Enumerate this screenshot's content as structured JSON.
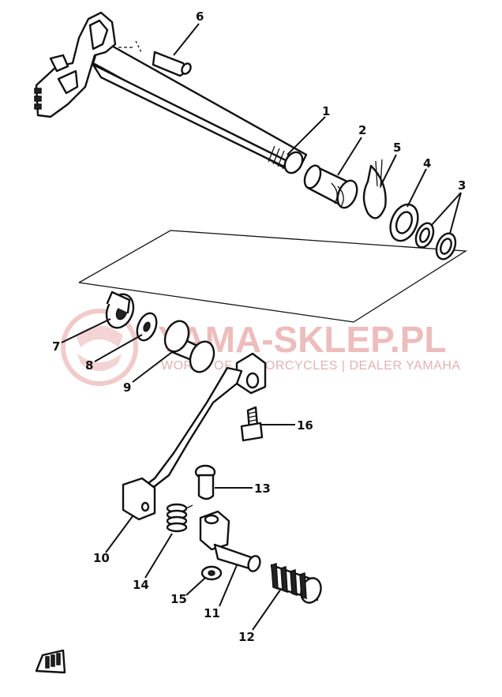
{
  "callouts": [
    "1",
    "2",
    "3",
    "4",
    "5",
    "6",
    "7",
    "8",
    "9",
    "10",
    "11",
    "12",
    "13",
    "14",
    "15",
    "16"
  ],
  "watermark": {
    "title": "YAMA-SKLEP.PL",
    "subtitle": "WORLD OF MOTORCYCLES | DEALER YAMAHA"
  },
  "colors": {
    "line": "#111111",
    "watermark": "#e8a6a6"
  },
  "icons": [
    "shift-shaft-icon",
    "shift-pedal-icon",
    "front-indicator-icon"
  ]
}
